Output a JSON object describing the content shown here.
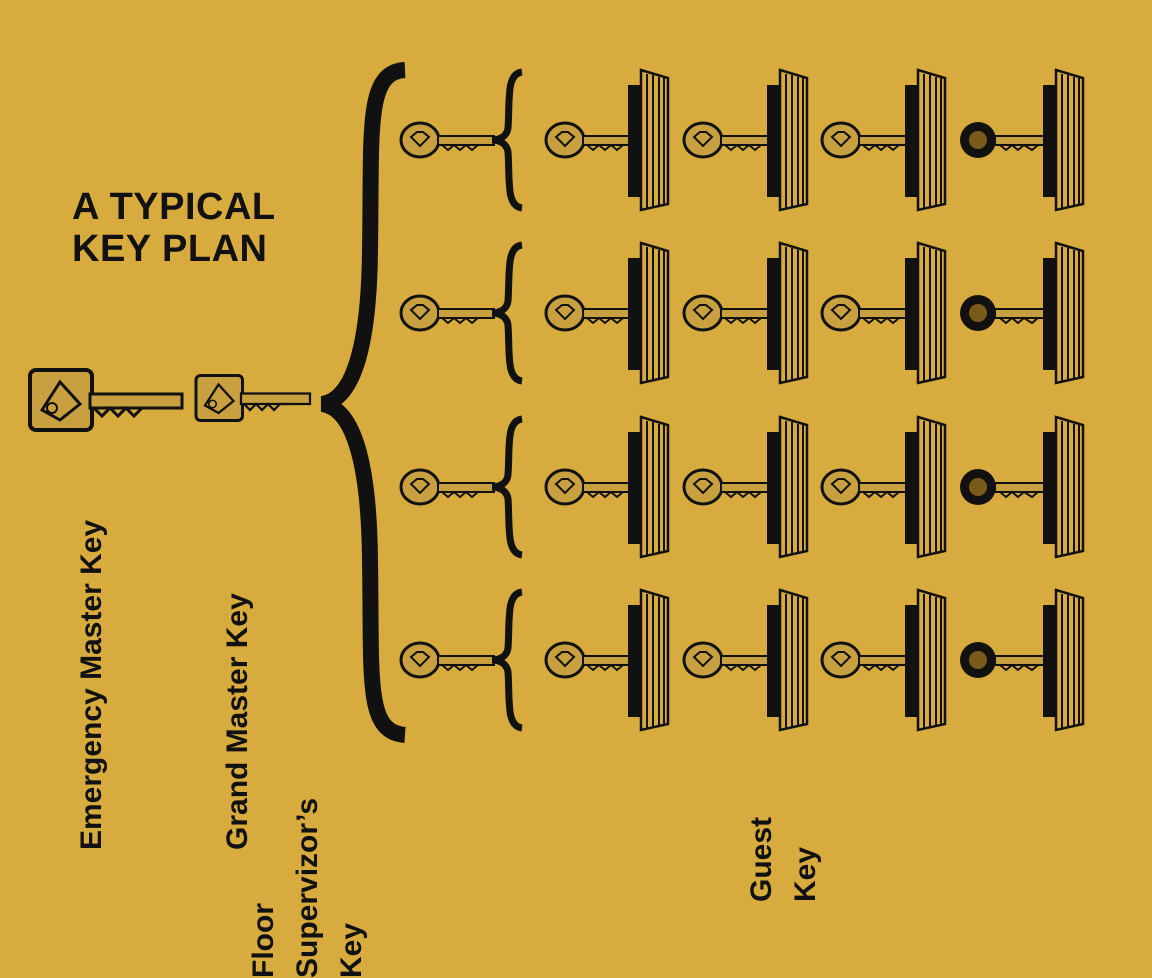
{
  "title": {
    "line1": "A TYPICAL",
    "line2": "KEY PLAN"
  },
  "labels": {
    "emergency": "Emergency Master Key",
    "grand": "Grand Master Key",
    "floor": {
      "line1": "Floor",
      "line2": "Supervizor’s",
      "line3": "Key"
    },
    "guest": {
      "line1": "Guest",
      "line2": "Key"
    }
  },
  "plan": {
    "floors": 4,
    "guest_locks_per_floor": 4
  },
  "colors": {
    "background": "#d8ab3f",
    "ink": "#111111",
    "key_fill": "#c9a040"
  }
}
